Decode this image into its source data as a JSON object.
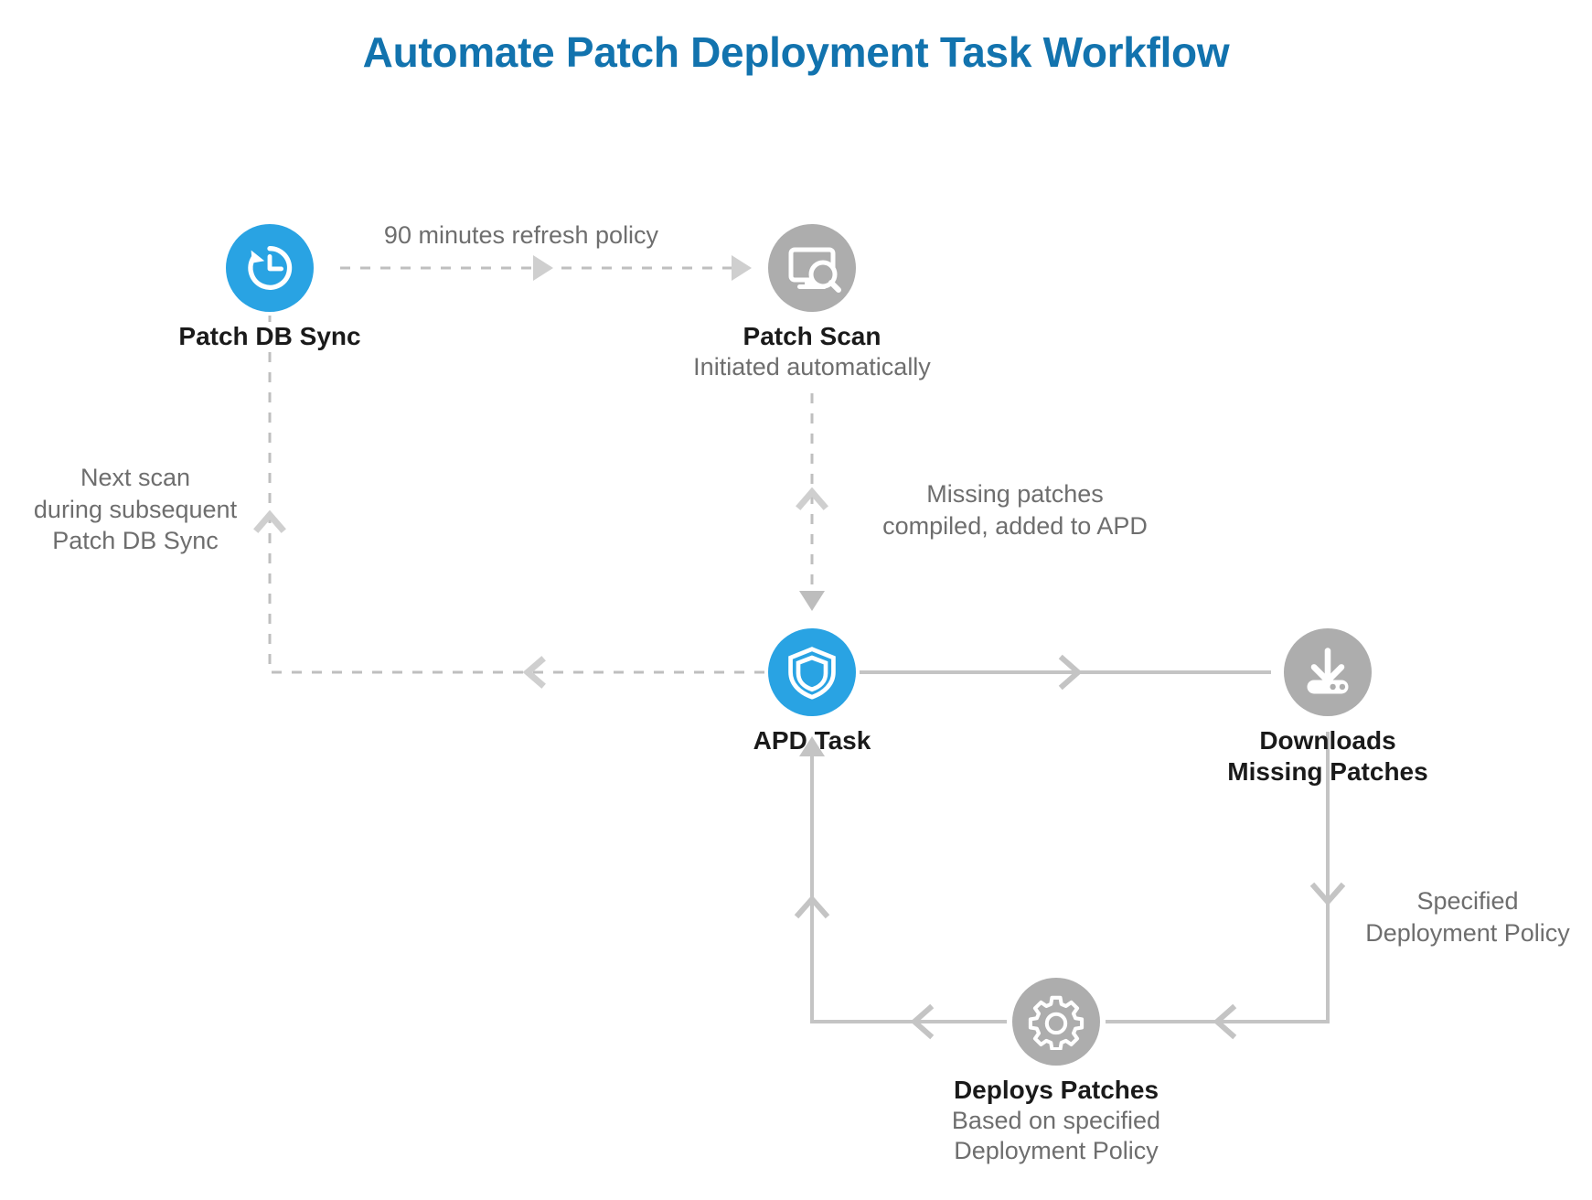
{
  "title": "Automate Patch Deployment Task Workflow",
  "colors": {
    "title": "#1273AE",
    "accent_blue": "#29A3E3",
    "node_gray": "#ADADAD",
    "line_gray": "#BFBFBF",
    "text_dark": "#1A1A1A",
    "text_muted": "#6E6E6E",
    "background": "#FFFFFF"
  },
  "nodes": [
    {
      "id": "patch-db-sync",
      "icon": "history-clock-icon",
      "icon_style": "blue",
      "label": "Patch DB Sync",
      "sublabel": ""
    },
    {
      "id": "patch-scan",
      "icon": "monitor-magnifier-icon",
      "icon_style": "gray",
      "label": "Patch Scan",
      "sublabel": "Initiated automatically"
    },
    {
      "id": "apd-task",
      "icon": "shield-icon",
      "icon_style": "blue",
      "label": "APD Task",
      "sublabel": ""
    },
    {
      "id": "downloads-missing-patches",
      "icon": "download-tray-icon",
      "icon_style": "gray",
      "label_line1": "Downloads",
      "label_line2": "Missing Patches"
    },
    {
      "id": "deploys-patches",
      "icon": "gear-icon",
      "icon_style": "gray",
      "label": "Deploys Patches",
      "sublabel_line1": "Based on specified",
      "sublabel_line2": "Deployment Policy"
    }
  ],
  "edges": [
    {
      "id": "sync-to-scan",
      "from": "patch-db-sync",
      "to": "patch-scan",
      "style": "dashed",
      "label": "90 minutes refresh policy"
    },
    {
      "id": "apd-to-sync",
      "from": "apd-task",
      "to": "patch-db-sync",
      "style": "dashed",
      "label_line1": "Next scan",
      "label_line2": "during subsequent",
      "label_line3": "Patch DB Sync"
    },
    {
      "id": "scan-to-apd",
      "from": "patch-scan",
      "to": "apd-task",
      "style": "dashed",
      "label_line1": "Missing patches",
      "label_line2": "compiled, added to APD"
    },
    {
      "id": "apd-to-downloads",
      "from": "apd-task",
      "to": "downloads-missing-patches",
      "style": "solid",
      "label": ""
    },
    {
      "id": "downloads-to-deploys",
      "from": "downloads-missing-patches",
      "to": "deploys-patches",
      "style": "solid",
      "label_line1": "Specified",
      "label_line2": "Deployment Policy"
    },
    {
      "id": "deploys-to-apd",
      "from": "deploys-patches",
      "to": "apd-task",
      "style": "solid",
      "label": ""
    }
  ]
}
